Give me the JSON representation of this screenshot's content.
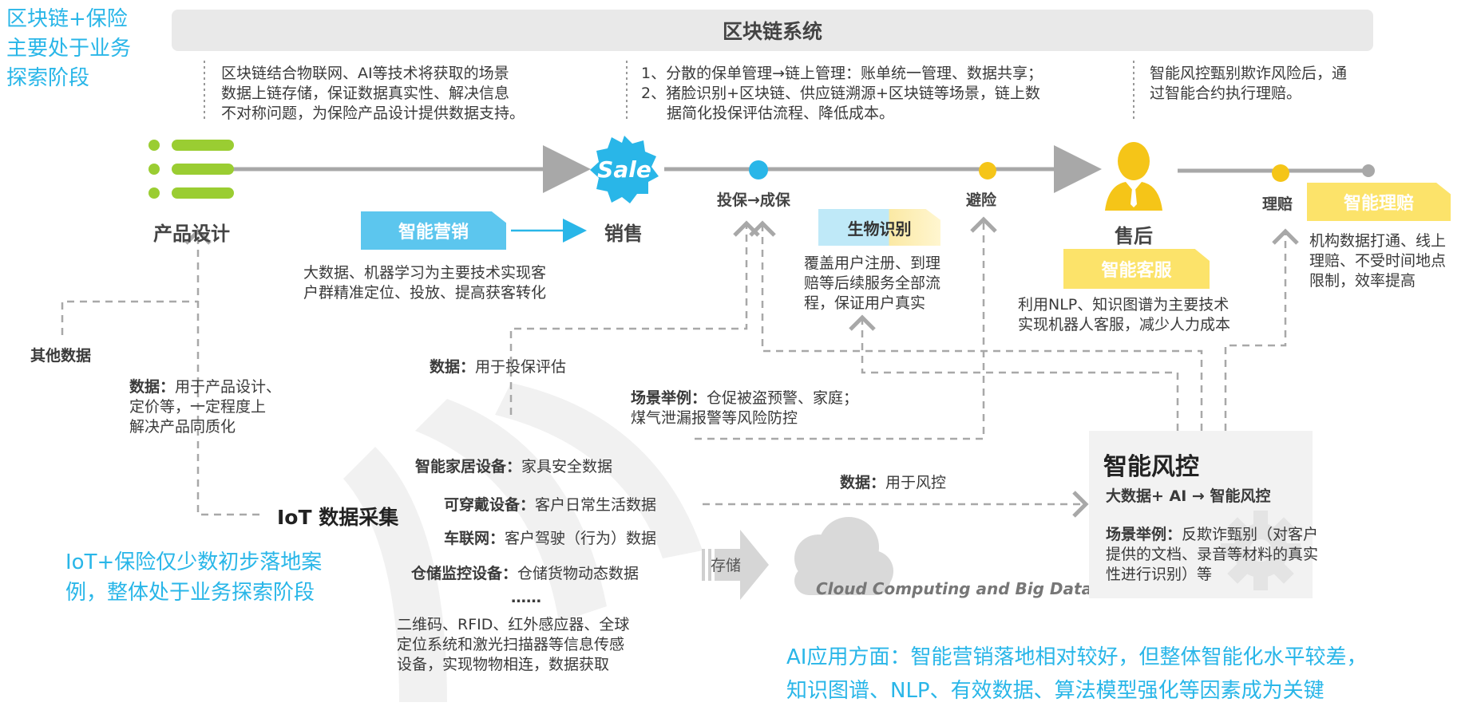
{
  "left_top_note": {
    "lines": [
      "区块链+保险",
      "主要处于业务",
      "探索阶段"
    ]
  },
  "banner": {
    "title": "区块链系统"
  },
  "blockchain_notes": {
    "note1": [
      "区块链结合物联网、AI等技术将获取的场景",
      "数据上链存储，保证数据真实性、解决信息",
      "不对称问题，为保险产品设计提供数据支持。"
    ],
    "note2": [
      "1、分散的保单管理→链上管理：账单统一管理、数据共享；",
      "2、猪脸识别+区块链、供应链溯源+区块链等场景，链上数",
      "据简化投保评估流程、降低成本。"
    ],
    "note3": [
      "智能风控甄别欺诈风险后，通",
      "过智能合约执行理赔。"
    ]
  },
  "stages": {
    "product_design": "产品设计",
    "sales": "销售",
    "underwriting": "投保→成保",
    "risk_avoid": "避险",
    "after_sales": "售后",
    "claims": "理赔"
  },
  "sale_badge": "Sale",
  "tags": {
    "smart_marketing": "智能营销",
    "biometric_a": "生物",
    "biometric_b": "识别",
    "smart_service": "智能客服",
    "smart_claims": "智能理赔"
  },
  "descriptions": {
    "marketing": [
      "大数据、机器学习为主要技术实现客",
      "户群精准定位、投放、提高获客转化"
    ],
    "biometric": [
      "覆盖用户注册、到理",
      "赔等后续服务全部流",
      "程，保证用户真实"
    ],
    "service": [
      "利用NLP、知识图谱为主要技术",
      "实现机器人客服，减少人力成本"
    ],
    "claims": [
      "机构数据打通、线上",
      "理赔、不受时间地点",
      "限制，效率提高"
    ]
  },
  "other_data": "其他数据",
  "data_product": {
    "label": "数据：",
    "lines": [
      "用于产品设计、",
      "定价等，一定程度上",
      "解决产品同质化"
    ]
  },
  "data_underwriting": {
    "label": "数据：",
    "text": "用于投保评估"
  },
  "scenario1": {
    "label": "场景举例：",
    "line1": "仓促被盗预警、家庭；",
    "line2": "煤气泄漏报警等风险防控"
  },
  "data_risk": {
    "label": "数据：",
    "text": "用于风控"
  },
  "iot": {
    "title": "IoT 数据采集",
    "devices": [
      {
        "label": "智能家居设备：",
        "text": "家具安全数据"
      },
      {
        "label": "可穿戴设备：",
        "text": "客户日常生活数据"
      },
      {
        "label": "车联网：",
        "text": "客户驾驶（行为）数据"
      },
      {
        "label": "仓储监控设备：",
        "text": "仓储货物动态数据"
      }
    ],
    "ellipsis": "……",
    "desc": [
      "二维码、RFID、红外感应器、全球",
      "定位系统和激光扫描器等信息传感",
      "设备，实现物物相连，数据获取"
    ]
  },
  "iot_note": [
    "IoT+保险仅少数初步落地案",
    "例，整体处于业务探索阶段"
  ],
  "storage": "存储",
  "cloud": "Cloud Computing and Big Data",
  "risk_control": {
    "title": "智能风控",
    "subtitle": "大数据+ AI → 智能风控",
    "scene_label": "场景举例：",
    "scene_lines": [
      "反欺诈甄别（对客户",
      "提供的文档、录音等材料的真实",
      "性进行识别）等"
    ]
  },
  "ai_note": [
    "AI应用方面：智能营销落地相对较好，但整体智能化水平较差，",
    "知识图谱、NLP、有效数据、算法模型强化等因素成为关键"
  ],
  "colors": {
    "accent_cyan": "#29b6e8",
    "green": "#9acd32",
    "yellow": "#f5c518",
    "gray": "#a8a8a8"
  }
}
